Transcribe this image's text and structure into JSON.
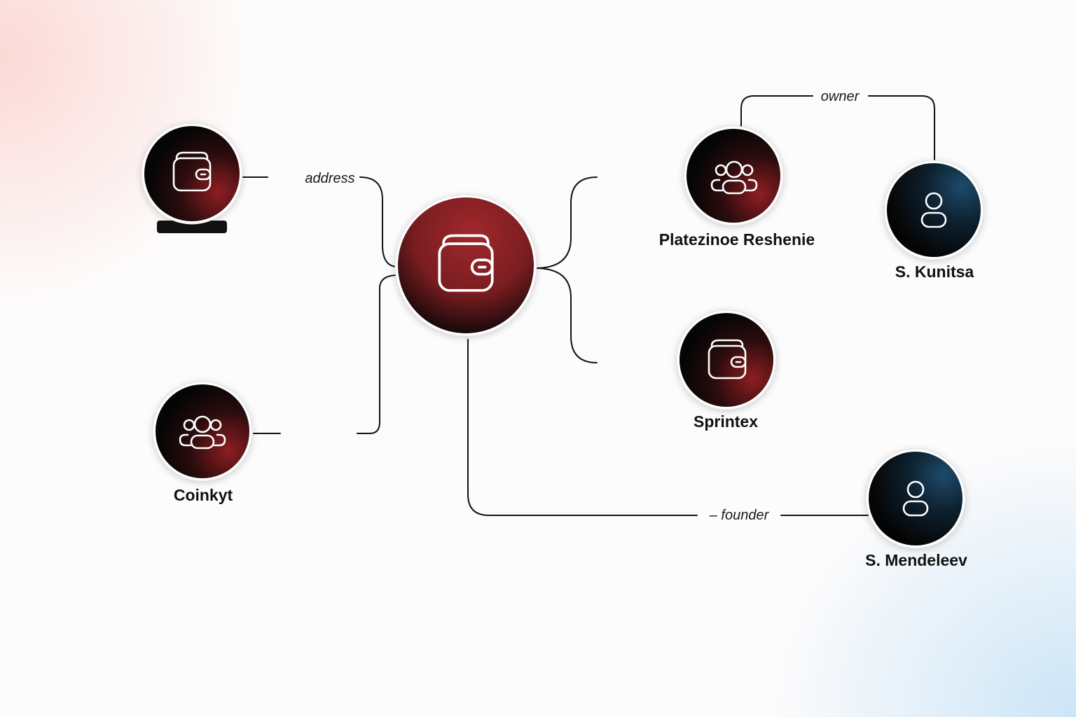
{
  "colors": {
    "node_dark": "#050505",
    "wallet_accent": "#8e1e22",
    "hub_accent": "#a0282c",
    "person_accent": "#1d4a6b",
    "line": "#111111",
    "background_warm": "#fabcb6",
    "background_cool": "#c6e2f6"
  },
  "nodes": [
    {
      "id": "wallet-left",
      "icon": "wallet-icon",
      "kind": "wallet",
      "label": ""
    },
    {
      "id": "coinkyt",
      "icon": "group-icon",
      "kind": "entity",
      "label": "Coinkyt"
    },
    {
      "id": "hub",
      "icon": "wallet-icon",
      "kind": "hub",
      "label": ""
    },
    {
      "id": "platezinoe",
      "icon": "group-icon",
      "kind": "entity",
      "label": "Platezinoe Reshenie"
    },
    {
      "id": "sprintex",
      "icon": "wallet-icon",
      "kind": "wallet",
      "label": "Sprintex"
    },
    {
      "id": "kunitsa",
      "icon": "person-icon",
      "kind": "person",
      "label": "S. Kunitsa"
    },
    {
      "id": "mendeleev",
      "icon": "person-icon",
      "kind": "person",
      "label": "S. Mendeleev"
    }
  ],
  "edges": [
    {
      "from": "wallet-left",
      "to": "hub",
      "label": "address"
    },
    {
      "from": "coinkyt",
      "to": "hub",
      "label": ""
    },
    {
      "from": "hub",
      "to": "platezinoe",
      "label": ""
    },
    {
      "from": "hub",
      "to": "sprintex",
      "label": ""
    },
    {
      "from": "platezinoe",
      "to": "kunitsa",
      "label": "owner"
    },
    {
      "from": "hub",
      "to": "mendeleev",
      "label": "– founder"
    }
  ]
}
